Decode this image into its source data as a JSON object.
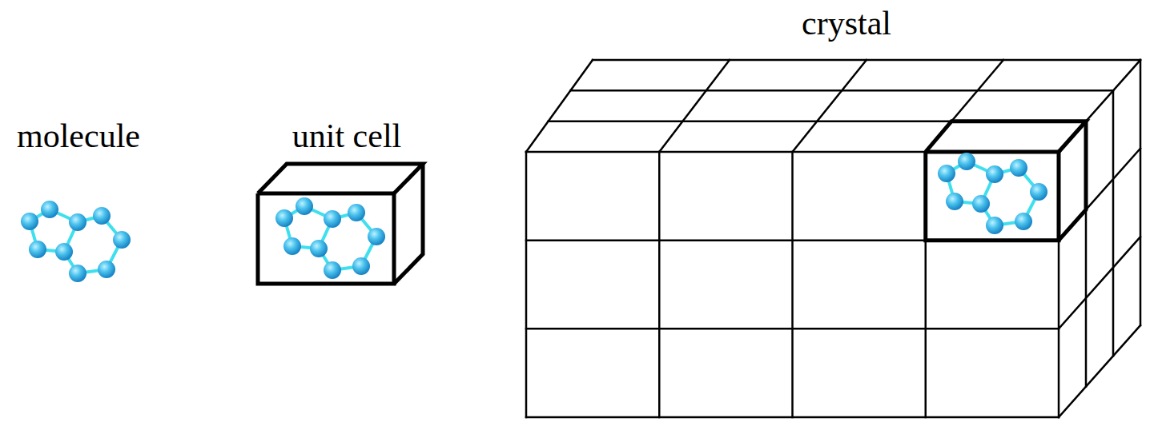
{
  "diagram": {
    "nodes": [
      {
        "text": [
          "unit cell"
        ]
      },
      {
        "text": [
          "crystal"
        ]
      }
    ],
    "labels": [
      "molecule"
    ]
  }
}
